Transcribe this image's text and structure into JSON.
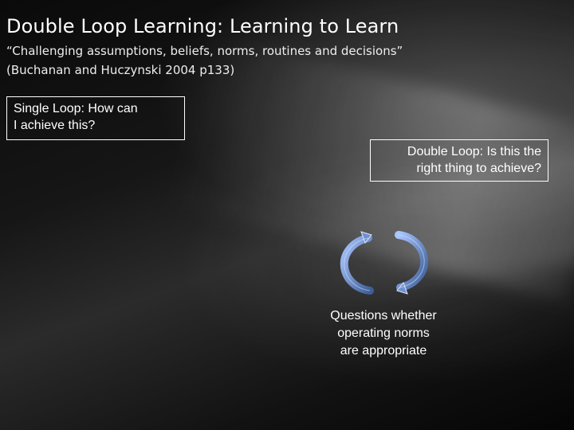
{
  "slide": {
    "title": "Double Loop Learning: Learning to Learn",
    "subtitle_line1": "“Challenging assumptions, beliefs, norms, routines and decisions”",
    "subtitle_line2": "(Buchanan and Huczynski 2004 p133)"
  },
  "single_loop": {
    "text_line1": "Single Loop:  How can",
    "text_line2": "I achieve this?"
  },
  "double_loop": {
    "text_line1": "Double Loop:  Is this the",
    "text_line2": "right thing to achieve?"
  },
  "cycle": {
    "icon": "circular-arrows-icon",
    "colors": {
      "arrow_fill": "#5b7fb8",
      "arrow_highlight": "#9ec0ff",
      "arrow_stroke": "#dfe8ff"
    }
  },
  "caption": {
    "line1": "Questions whether",
    "line2": "operating norms",
    "line3": "are appropriate"
  }
}
